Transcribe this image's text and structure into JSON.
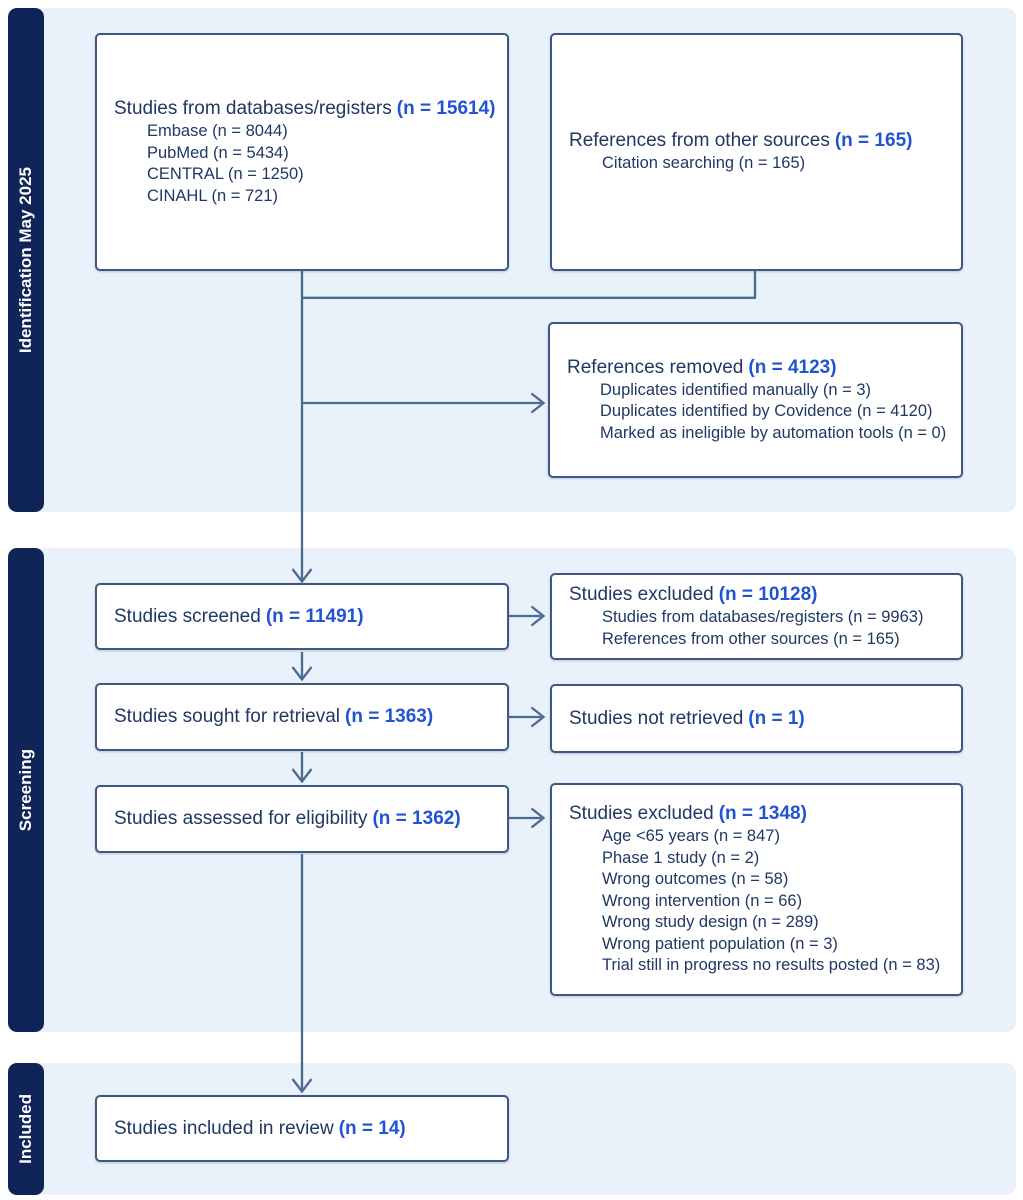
{
  "sections": [
    {
      "label": "Identification May 2025"
    },
    {
      "label": "Screening"
    },
    {
      "label": "Included"
    }
  ],
  "boxes": {
    "databases": {
      "label": "Studies from databases/registers",
      "n": "(n = 15614)",
      "items": [
        "Embase (n = 8044)",
        "PubMed (n = 5434)",
        "CENTRAL (n = 1250)",
        "CINAHL (n = 721)"
      ]
    },
    "other_sources": {
      "label": "References from other sources",
      "n": "(n = 165)",
      "items": [
        "Citation searching (n = 165)"
      ]
    },
    "removed": {
      "label": "References removed",
      "n": "(n = 4123)",
      "items": [
        "Duplicates identified manually (n = 3)",
        "Duplicates identified by Covidence (n = 4120)",
        "Marked as ineligible by automation tools (n = 0)"
      ]
    },
    "screened": {
      "label": "Studies screened",
      "n": "(n = 11491)"
    },
    "excluded_screening": {
      "label": "Studies excluded",
      "n": "(n = 10128)",
      "items": [
        "Studies from databases/registers (n = 9963)",
        "References from other sources (n = 165)"
      ]
    },
    "sought": {
      "label": "Studies sought for retrieval",
      "n": "(n = 1363)"
    },
    "not_retrieved": {
      "label": "Studies not retrieved",
      "n": "(n = 1)"
    },
    "assessed": {
      "label": "Studies assessed for eligibility",
      "n": "(n = 1362)"
    },
    "excluded_eligibility": {
      "label": "Studies excluded",
      "n": "(n = 1348)",
      "items": [
        "Age <65 years (n = 847)",
        "Phase 1 study (n = 2)",
        "Wrong outcomes (n = 58)",
        "Wrong intervention (n = 66)",
        "Wrong study design (n = 289)",
        "Wrong patient population (n = 3)",
        "Trial still in progress no results posted (n = 83)"
      ]
    },
    "included": {
      "label": "Studies included in review",
      "n": "(n = 14)"
    }
  },
  "colors": {
    "sidebar_navy": "#0f2457",
    "panel_blue": "#e9f1fb",
    "box_border": "#3f5880",
    "connector": "#4a6a92",
    "text_dark": "#1f3864",
    "count_blue": "#2153d4"
  }
}
